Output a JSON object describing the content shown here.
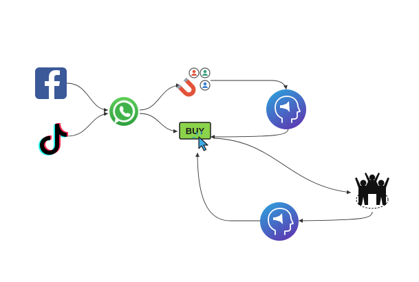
{
  "diagram": {
    "nodes": [
      {
        "id": "facebook",
        "kind": "facebook-logo",
        "icon": "facebook-icon",
        "color": "#3b5998"
      },
      {
        "id": "tiktok",
        "kind": "tiktok-logo",
        "icon": "tiktok-icon",
        "colors": [
          "#000000",
          "#25f4ee",
          "#fe2c55"
        ]
      },
      {
        "id": "whatsapp",
        "kind": "whatsapp-logo",
        "icon": "whatsapp-icon",
        "color": "#2e9e3e"
      },
      {
        "id": "lead-magnet",
        "kind": "magnet-attracting-people",
        "icon": "magnet-people-icon",
        "color": "#e2533a"
      },
      {
        "id": "buy",
        "kind": "buy-button",
        "icon": "buy-button-icon",
        "label": "BUY",
        "color": "#8bd34a"
      },
      {
        "id": "consultant-top",
        "kind": "head-with-megaphone",
        "icon": "megaphone-head-icon",
        "colors": [
          "#2aa6de",
          "#5a3fb4"
        ]
      },
      {
        "id": "community",
        "kind": "cheering-group",
        "icon": "cheering-crowd-icon",
        "color": "#111111"
      },
      {
        "id": "consultant-bottom",
        "kind": "head-with-megaphone",
        "icon": "megaphone-head-icon",
        "colors": [
          "#2aa6de",
          "#5a3fb4"
        ]
      }
    ],
    "edges": [
      {
        "from": "facebook",
        "to": "whatsapp"
      },
      {
        "from": "tiktok",
        "to": "whatsapp"
      },
      {
        "from": "whatsapp",
        "to": "lead-magnet"
      },
      {
        "from": "whatsapp",
        "to": "buy"
      },
      {
        "from": "lead-magnet",
        "to": "consultant-top"
      },
      {
        "from": "consultant-top",
        "to": "buy"
      },
      {
        "from": "buy",
        "to": "community"
      },
      {
        "from": "community",
        "to": "consultant-bottom"
      },
      {
        "from": "consultant-bottom",
        "to": "buy"
      }
    ],
    "edge_color": "#333333"
  }
}
